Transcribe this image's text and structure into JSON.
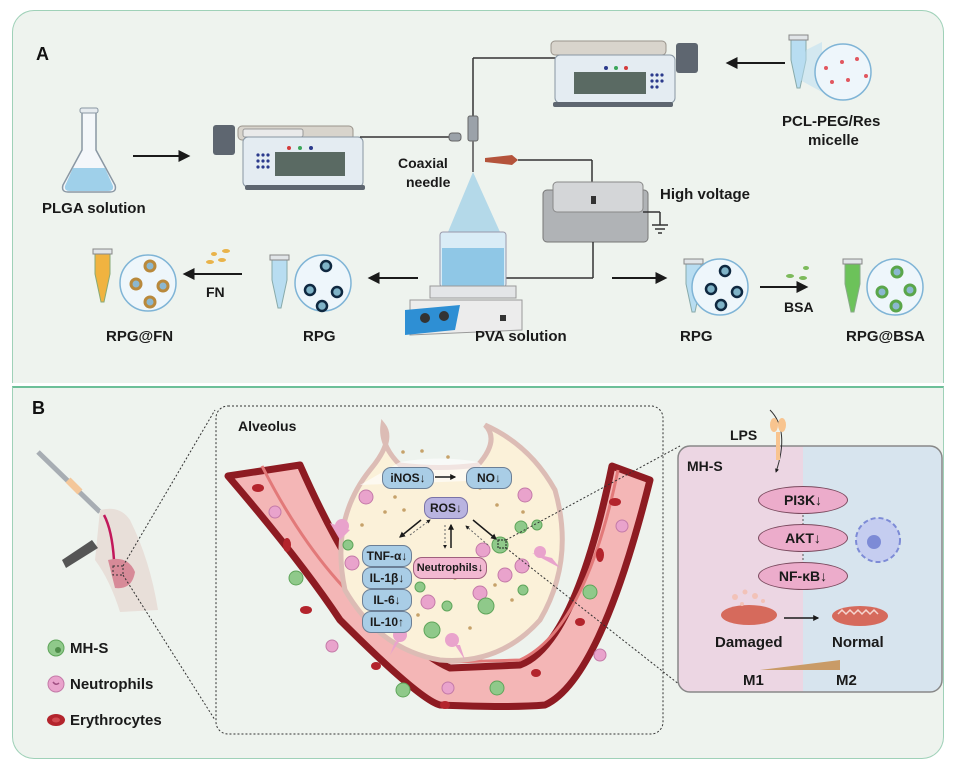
{
  "panel_a": {
    "label": "A",
    "plga_solution": "PLGA solution",
    "coaxial_needle_line1": "Coaxial",
    "coaxial_needle_line2": "needle",
    "micelle_line1": "PCL-PEG/Res",
    "micelle_line2": "micelle",
    "high_voltage": "High voltage",
    "pva_solution": "PVA solution",
    "rpg_left": "RPG",
    "rpg_right": "RPG",
    "fn": "FN",
    "bsa": "BSA",
    "rpg_fn": "RPG@FN",
    "rpg_bsa": "RPG@BSA"
  },
  "panel_b": {
    "label": "B",
    "alveolus": "Alveolus",
    "legend": [
      {
        "label": "MH-S",
        "color": "#8fc98a"
      },
      {
        "label": "Neutrophils",
        "color": "#e9a3cc"
      },
      {
        "label": "Erythrocytes",
        "color": "#b3242c"
      }
    ],
    "markers": {
      "inos": "iNOS↓",
      "no": "NO↓",
      "ros": "ROS↓",
      "tnf": "TNF-α↓",
      "il1b": "IL-1β↓",
      "il6": "IL-6↓",
      "il10": "IL-10↑",
      "neutrophils": "Neutrophils↓"
    },
    "cell": {
      "lps": "LPS",
      "mhs": "MH-S",
      "pi3k": "PI3K↓",
      "akt": "AKT↓",
      "nfkb": "NF-κB↓",
      "damaged": "Damaged",
      "normal": "Normal",
      "m1": "M1",
      "m2": "M2"
    }
  },
  "colors": {
    "panel_bg": "#eef3ee",
    "panel_border": "#6cbf98",
    "vessel_dark": "#8e1b22",
    "vessel_light": "#f7c3c3",
    "cell_left": "#ecd6e3",
    "cell_right": "#d7e4ee"
  }
}
